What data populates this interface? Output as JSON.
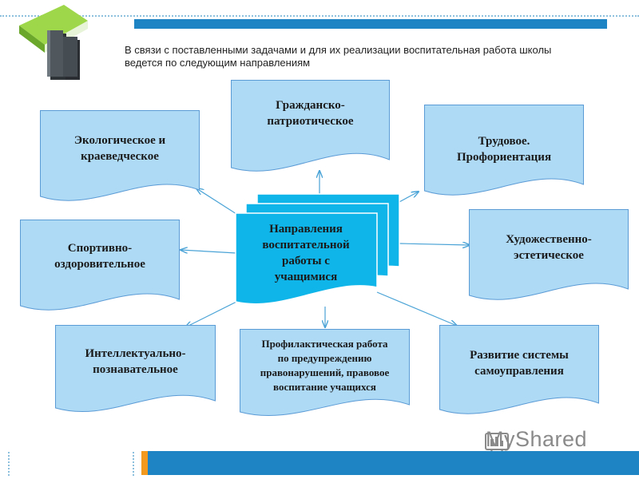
{
  "intro_text": {
    "line1": "В связи с поставленными задачами и для их реализации воспитательная работа школы",
    "line2": "ведется по следующим направлениям"
  },
  "central": {
    "line1": "Направления",
    "line2": "воспитательной",
    "line3": "работы с",
    "line4": "учащимися"
  },
  "directions": {
    "civic": [
      "Гражданско-",
      "патриотическое"
    ],
    "ecology": [
      "Экологическое и",
      "краеведческое"
    ],
    "labor": [
      "Трудовое.",
      "Профориентация"
    ],
    "sport": [
      "Спортивно-",
      "оздоровительное"
    ],
    "art": [
      "Художественно-",
      "эстетическое"
    ],
    "intellect": [
      "Интеллектуально-",
      "познавательное"
    ],
    "prevention": [
      "Профилактическая работа",
      "по предупреждению",
      "правонарушений, правовое",
      "воспитание учащихся"
    ],
    "selfgov": [
      "Развитие системы",
      "самоуправления"
    ]
  },
  "watermark": "MyShared",
  "colors": {
    "box_fill": "#aedaf6",
    "box_stroke": "#5b9bd5",
    "central_fill": "#0fb5e8",
    "bar_blue": "#1f84c3",
    "bar_orange": "#f39a1e"
  }
}
